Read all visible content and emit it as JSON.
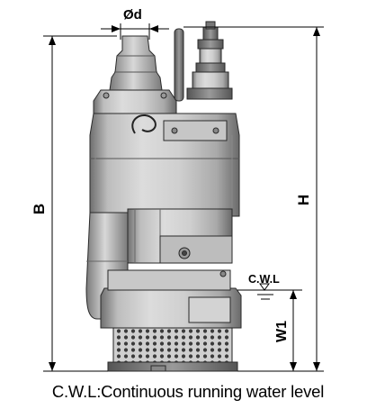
{
  "labels": {
    "diameter": "Ød",
    "dim_b": "B",
    "dim_h": "H",
    "dim_w1": "W1",
    "cwl": "C.W.L"
  },
  "caption": "C.W.L:Continuous running water level",
  "colors": {
    "body_light": "#d6d6d6",
    "body_mid": "#b8b8b8",
    "body_dark": "#8a8a8a",
    "outline": "#2a2a2a",
    "dimension_line": "#000000"
  }
}
